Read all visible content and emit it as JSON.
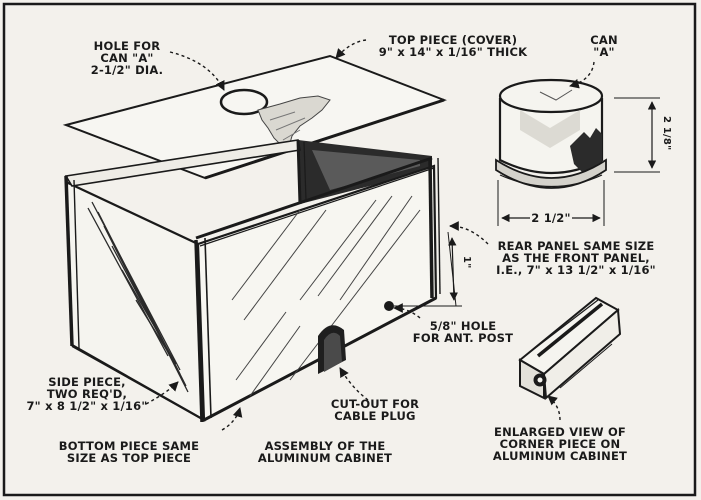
{
  "labels": {
    "hole_for_can": [
      "HOLE FOR",
      "CAN \"A\"",
      "2-1/2\" DIA."
    ],
    "top_piece": [
      "TOP PIECE (COVER)",
      "9\" x 14\" x 1/16\" THICK"
    ],
    "can_a": [
      "CAN",
      "\"A\""
    ],
    "can_height": "2 1/8\"",
    "can_width": "2 1/2\"",
    "rear_panel": [
      "REAR PANEL SAME SIZE",
      "AS THE FRONT PANEL,",
      "I.E., 7\" x 13 1/2\" x 1/16\""
    ],
    "hole_offset": "1\"",
    "hole_for_post": [
      "5/8\" HOLE",
      "FOR ANT. POST"
    ],
    "side_piece": [
      "SIDE PIECE,",
      "TWO REQ'D,",
      "7\" x 8 1/2\" x 1/16\""
    ],
    "cut_out": [
      "CUT-OUT FOR",
      "CABLE PLUG"
    ],
    "bottom_piece": [
      "BOTTOM PIECE SAME",
      "SIZE AS TOP PIECE"
    ],
    "assembly": [
      "ASSEMBLY OF THE",
      "ALUMINUM CABINET"
    ],
    "enlarged_view": [
      "ENLARGED VIEW OF",
      "CORNER PIECE ON",
      "ALUMINUM CABINET"
    ]
  },
  "colors": {
    "ink": "#1a1a1a",
    "paper": "#f3f1ec",
    "shade": "#3a3a3a"
  }
}
